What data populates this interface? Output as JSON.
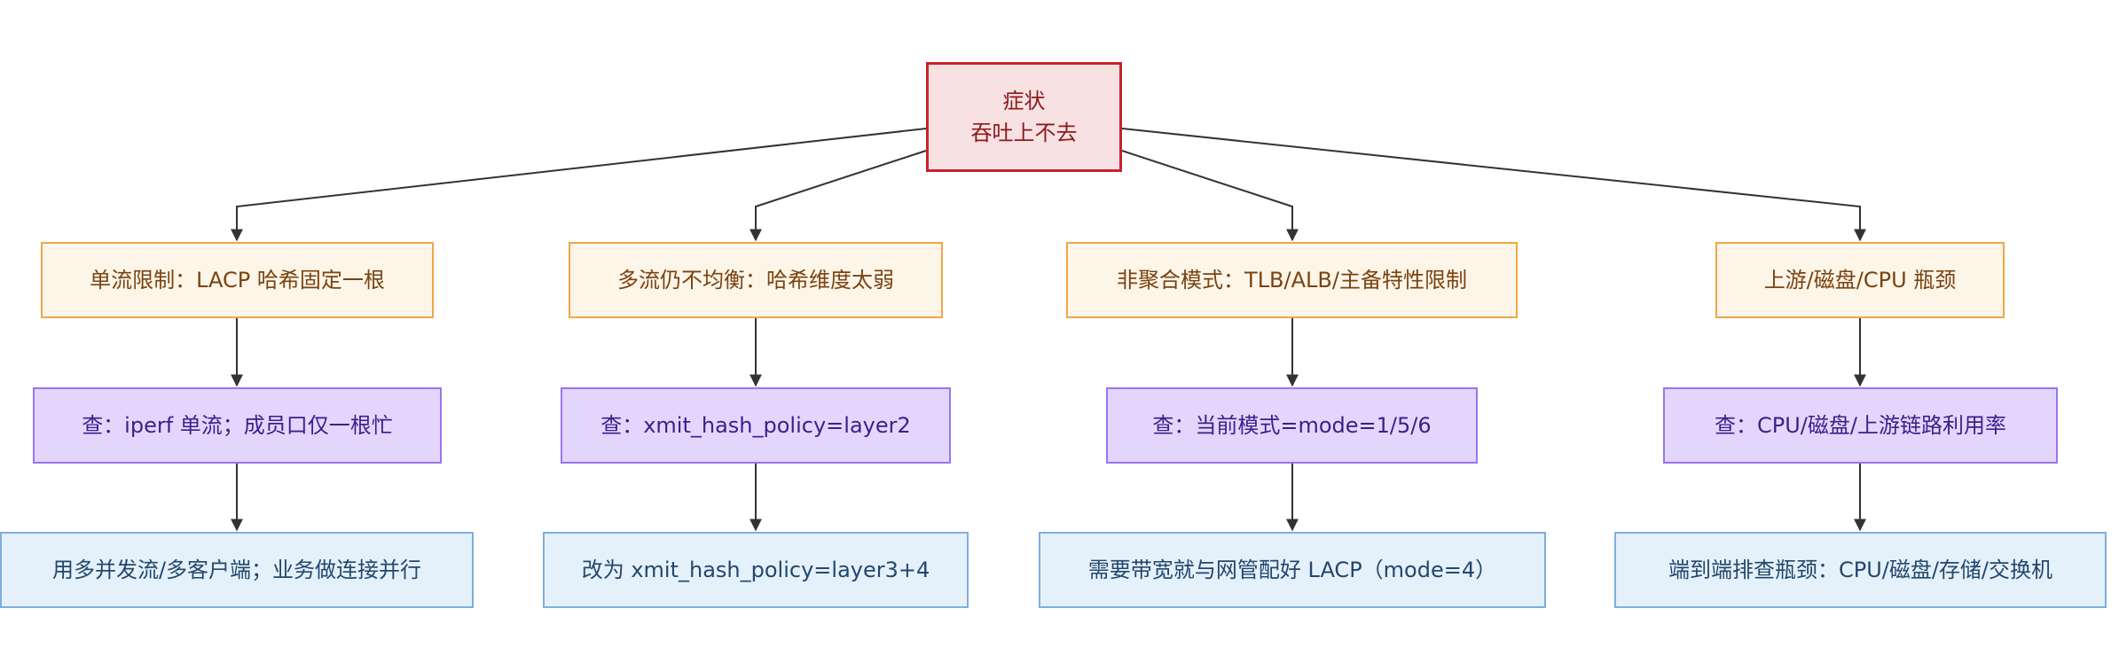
{
  "root": {
    "line1": "症状",
    "line2": "吞吐上不去"
  },
  "causes": [
    "单流限制：LACP 哈希固定一根",
    "多流仍不均衡：哈希维度太弱",
    "非聚合模式：TLB/ALB/主备特性限制",
    "上游/磁盘/CPU 瓶颈"
  ],
  "checks": [
    "查：iperf 单流；成员口仅一根忙",
    "查：xmit_hash_policy=layer2",
    "查：当前模式=mode=1/5/6",
    "查：CPU/磁盘/上游链路利用率"
  ],
  "fixes": [
    "用多并发流/多客户端；业务做连接并行",
    "改为 xmit_hash_policy=layer3+4",
    "需要带宽就与网管配好 LACP（mode=4）",
    "端到端排查瓶颈：CPU/磁盘/存储/交换机"
  ],
  "colors": {
    "edge": "#333333",
    "root_fill": "#f8e1e3",
    "root_border": "#c8232c",
    "cause_fill": "#fdf5e8",
    "cause_border": "#f0a64a",
    "check_fill": "#e3d6fd",
    "check_border": "#9b74ee",
    "fix_fill": "#e4f1fb",
    "fix_border": "#7eaedd"
  }
}
